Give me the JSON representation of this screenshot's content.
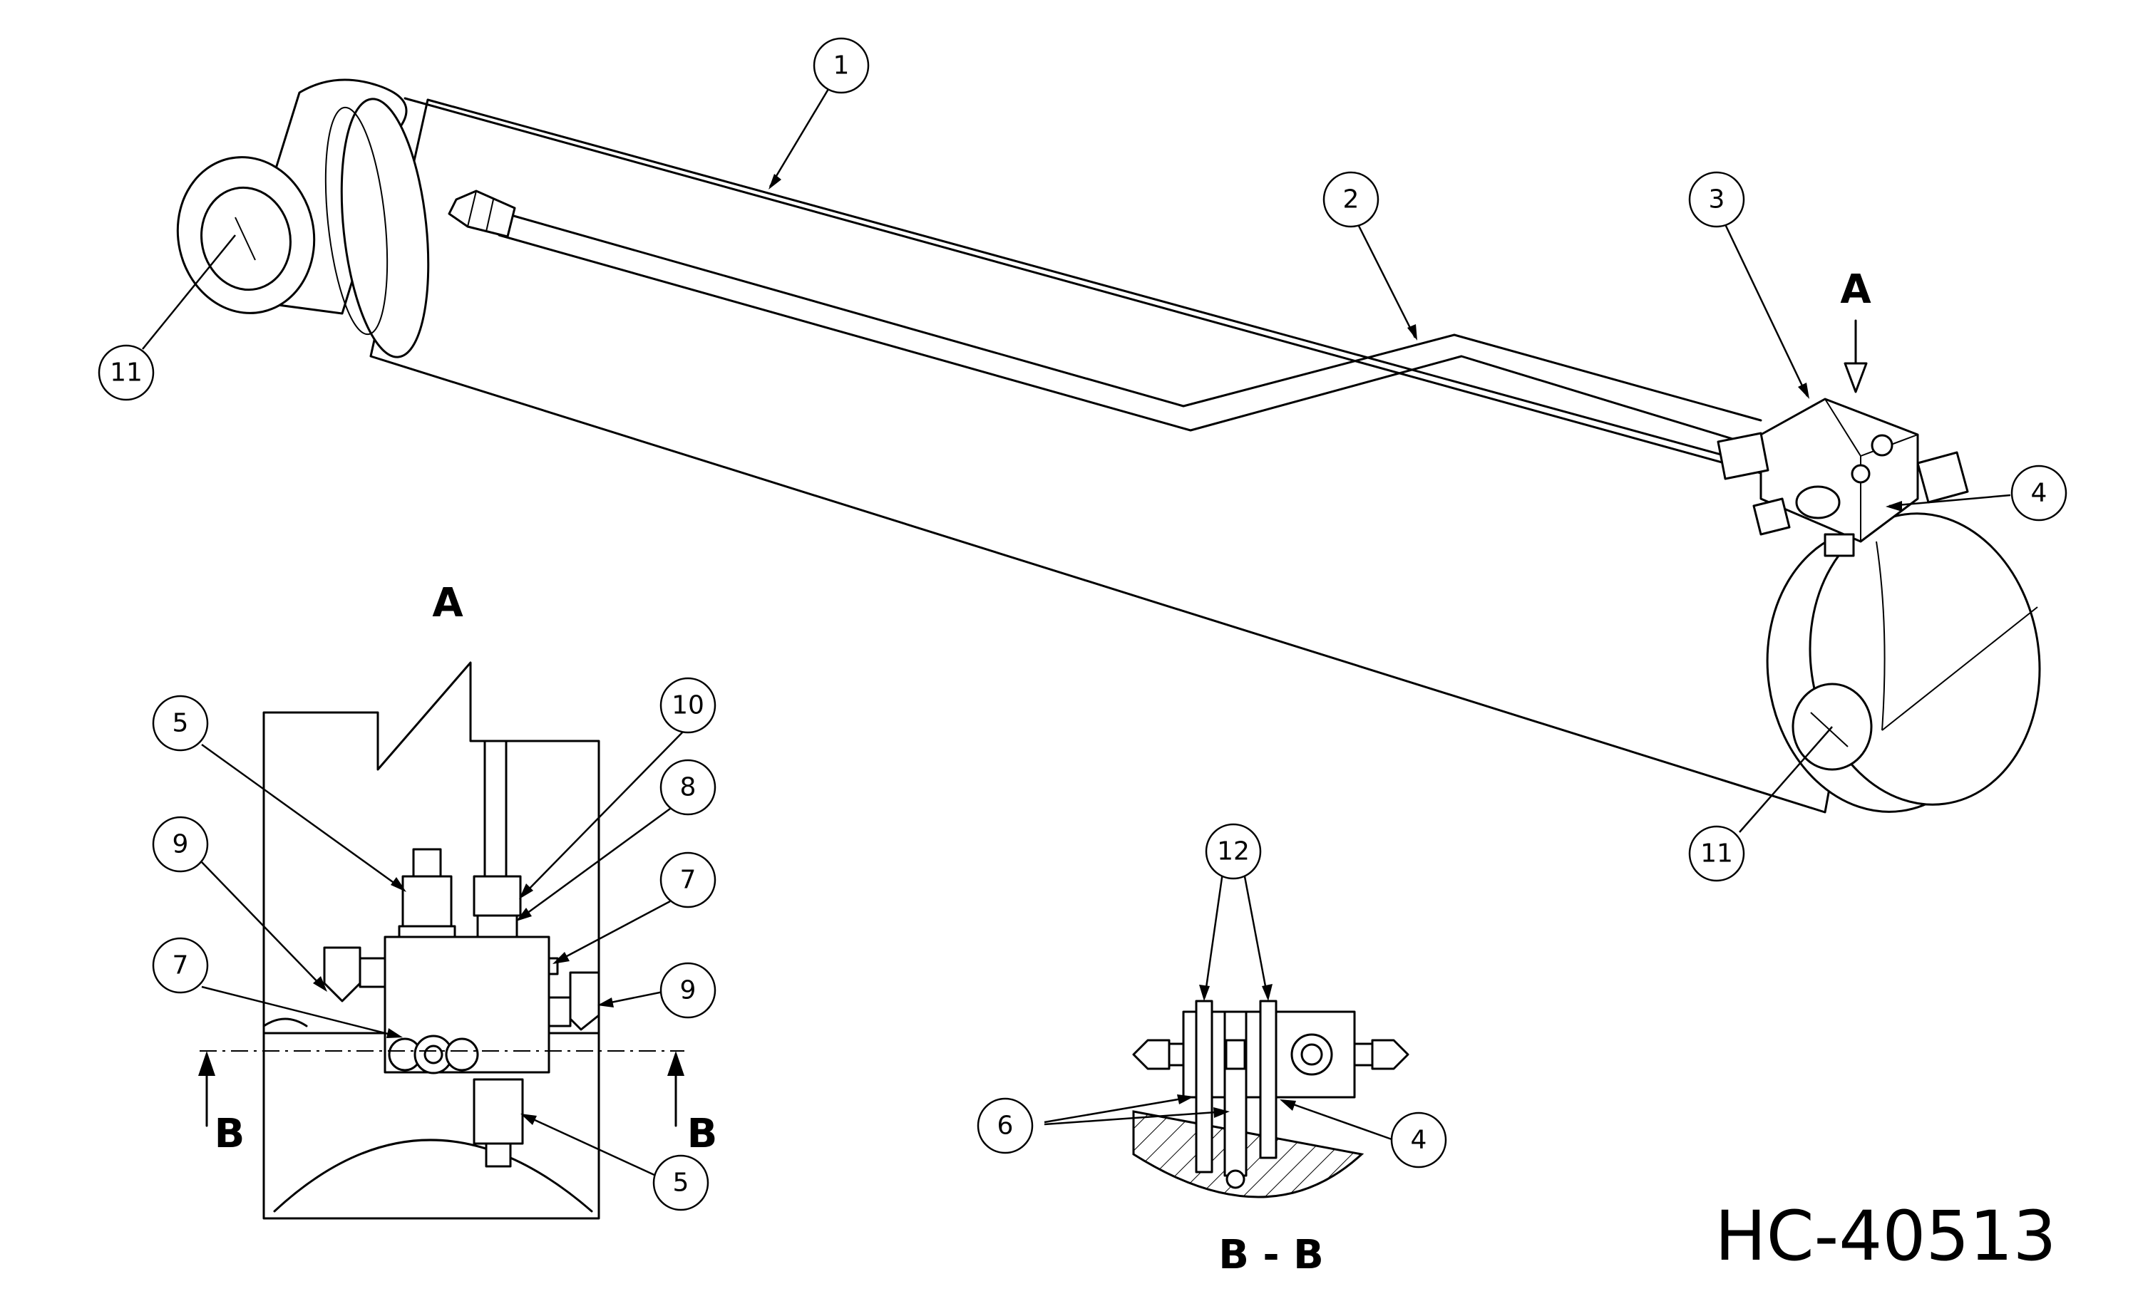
{
  "part_number": "HC-40513",
  "view_labels": {
    "detail_view": "A",
    "view_arrow": "A",
    "section_marker": "B",
    "section_title": "B - B"
  },
  "balloons": {
    "b1": "1",
    "b2": "2",
    "b3": "3",
    "b4_main": "4",
    "b11_left": "11",
    "b11_right": "11",
    "b5_top": "5",
    "b5_bottom": "5",
    "b10": "10",
    "b8": "8",
    "b7_right": "7",
    "b7_left": "7",
    "b9_left": "9",
    "b9_right": "9",
    "b12": "12",
    "b6": "6",
    "b4_section": "4"
  }
}
